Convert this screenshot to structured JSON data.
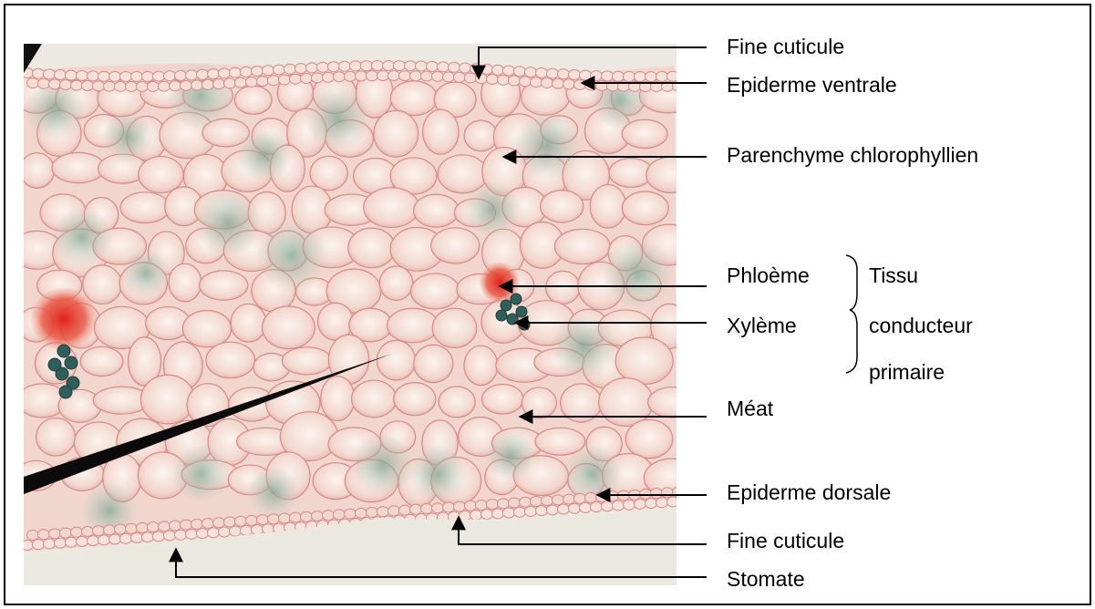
{
  "labels": {
    "fine_cuticule_top": "Fine cuticule",
    "epiderme_ventrale": "Epiderme ventrale",
    "parenchyme": "Parenchyme chlorophyllien",
    "phloeme": "Phloème",
    "xyleme": "Xylème",
    "tissu": "Tissu",
    "conducteur": "conducteur",
    "primaire": "primaire",
    "meat": "Méat",
    "epiderme_dorsale": "Epiderme dorsale",
    "fine_cuticule_bottom": "Fine cuticule",
    "stomate": "Stomate"
  },
  "colors": {
    "cell_wall": "#d98a88",
    "cell_fill": "#f3dcd4",
    "phloem_stain": "#e2231a",
    "xylem_stain": "#2f5f5a",
    "chloroplast": "#6f9a8a",
    "background": "#e9e7df"
  }
}
